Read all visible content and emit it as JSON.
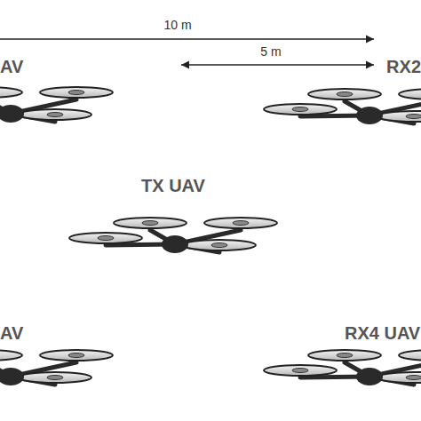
{
  "diagram": {
    "labels": [
      "10 m",
      "5 m",
      "AV",
      "RX2",
      "TX UAV",
      "AV",
      "RX4 UAV"
    ]
  }
}
